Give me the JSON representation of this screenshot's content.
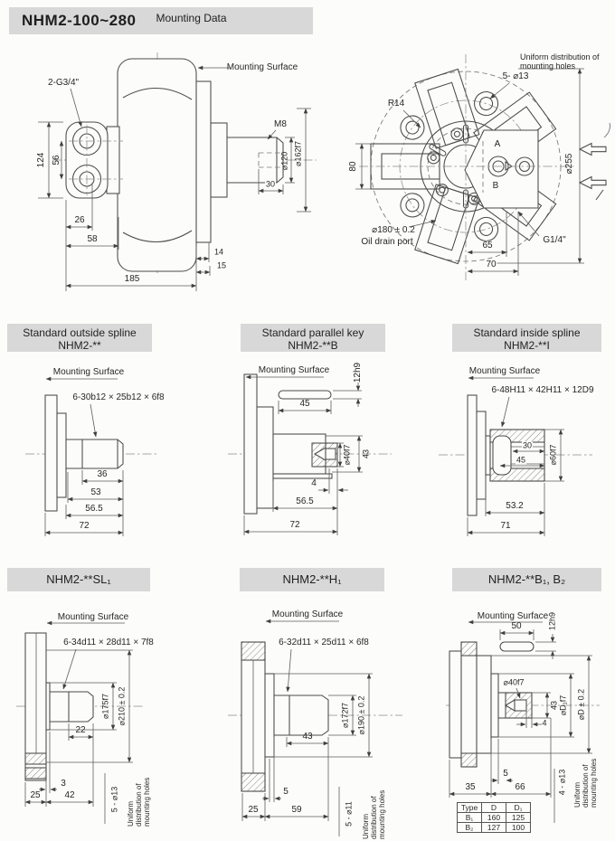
{
  "colors": {
    "bar_bg": "#d8d8d8",
    "line": "#4a4a4a",
    "page_bg": "#fcfcfa"
  },
  "title_bar": {
    "model": "NHM2-100~280",
    "subtitle": "Mounting Data"
  },
  "side_view": {
    "mounting_surface": "Mounting Surface",
    "port_thread": "2-G3/4\"",
    "shaft_thread": "M8",
    "dia_shaft": "⌀120",
    "dia_pilot": "⌀162f7",
    "dim_124": "124",
    "dim_56": "56",
    "dim_26": "26",
    "dim_58": "58",
    "dim_185": "185",
    "dim_30": "30",
    "dim_14": "14",
    "dim_15": "15"
  },
  "front_view": {
    "uniform_note": "Uniform distribution of mounting holes",
    "mounting_holes": "5- ⌀13",
    "fillet_radius": "R14",
    "dim_80": "80",
    "dia_outer": "⌀255",
    "dia_drain": "⌀180 ± 0.2",
    "oil_drain": "Oil drain port",
    "port_thread": "G1/4\"",
    "dim_65": "65",
    "dim_70": "70",
    "port_a": "A",
    "port_b": "B"
  },
  "outside_spline": {
    "title": "Standard outside spline",
    "model": "NHM2-**",
    "mounting_surface": "Mounting Surface",
    "spec": "6-30b12 × 25b12 × 6f8",
    "dim_36": "36",
    "dim_53": "53",
    "dim_56_5": "56.5",
    "dim_72": "72"
  },
  "parallel_key": {
    "title": "Standard parallel key",
    "model": "NHM2-**B",
    "mounting_surface": "Mounting Surface",
    "key_section": "12h9",
    "dim_45": "45",
    "dia_shaft": "⌀40f7",
    "dim_43": "43",
    "dim_4": "4",
    "dim_56_5": "56.5",
    "dim_72": "72"
  },
  "inside_spline": {
    "title": "Standard inside spline",
    "model": "NHM2-**I",
    "mounting_surface": "Mounting Surface",
    "spec": "6-48H11 × 42H11 × 12D9",
    "dim_30": "30",
    "dim_45": "45",
    "dia_hub": "⌀60f7",
    "dim_53_2": "53.2",
    "dim_71": "71"
  },
  "sl1": {
    "model": "NHM2-**SL₁",
    "mounting_surface": "Mounting Surface",
    "spec": "6-34d11 × 28d11 × 7f8",
    "dim_22": "22",
    "dia_pilot": "⌀175f7",
    "dia_bolt_circle": "⌀210 ± 0.2",
    "dim_3": "3",
    "dim_25": "25",
    "dim_42": "42",
    "mounting_holes": "5 - ⌀13",
    "uniform_note": "Uniform distribution of mounting holes"
  },
  "h1": {
    "model": "NHM2-**H₁",
    "mounting_surface": "Mounting Surface",
    "spec": "6-32d11 × 25d11 × 6f8",
    "dim_43": "43",
    "dia_pilot": "⌀172f7",
    "dia_bolt_circle": "⌀190 ± 0.2",
    "dim_5": "5",
    "dim_25": "25",
    "dim_59": "59",
    "mounting_holes": "5 - ⌀11",
    "uniform_note": "Uniform distribution of mounting holes"
  },
  "b12": {
    "model": "NHM2-**B₁, B₂",
    "mounting_surface": "Mounting Surface",
    "key_section": "12h9",
    "dim_50": "50",
    "dia_shaft": "⌀40f7",
    "dim_43": "43",
    "dim_4": "4",
    "dia_d1": "⌀D₁f7",
    "dia_d": "⌀D ± 0.2",
    "dim_5": "5",
    "dim_35": "35",
    "dim_66": "66",
    "mounting_holes": "4 - ⌀13",
    "uniform_note": "Uniform distribution of mounting holes",
    "table": {
      "headers": [
        "Type",
        "D",
        "D₁"
      ],
      "rows": [
        [
          "B₁",
          "160",
          "125"
        ],
        [
          "B₂",
          "127",
          "100"
        ]
      ]
    }
  }
}
